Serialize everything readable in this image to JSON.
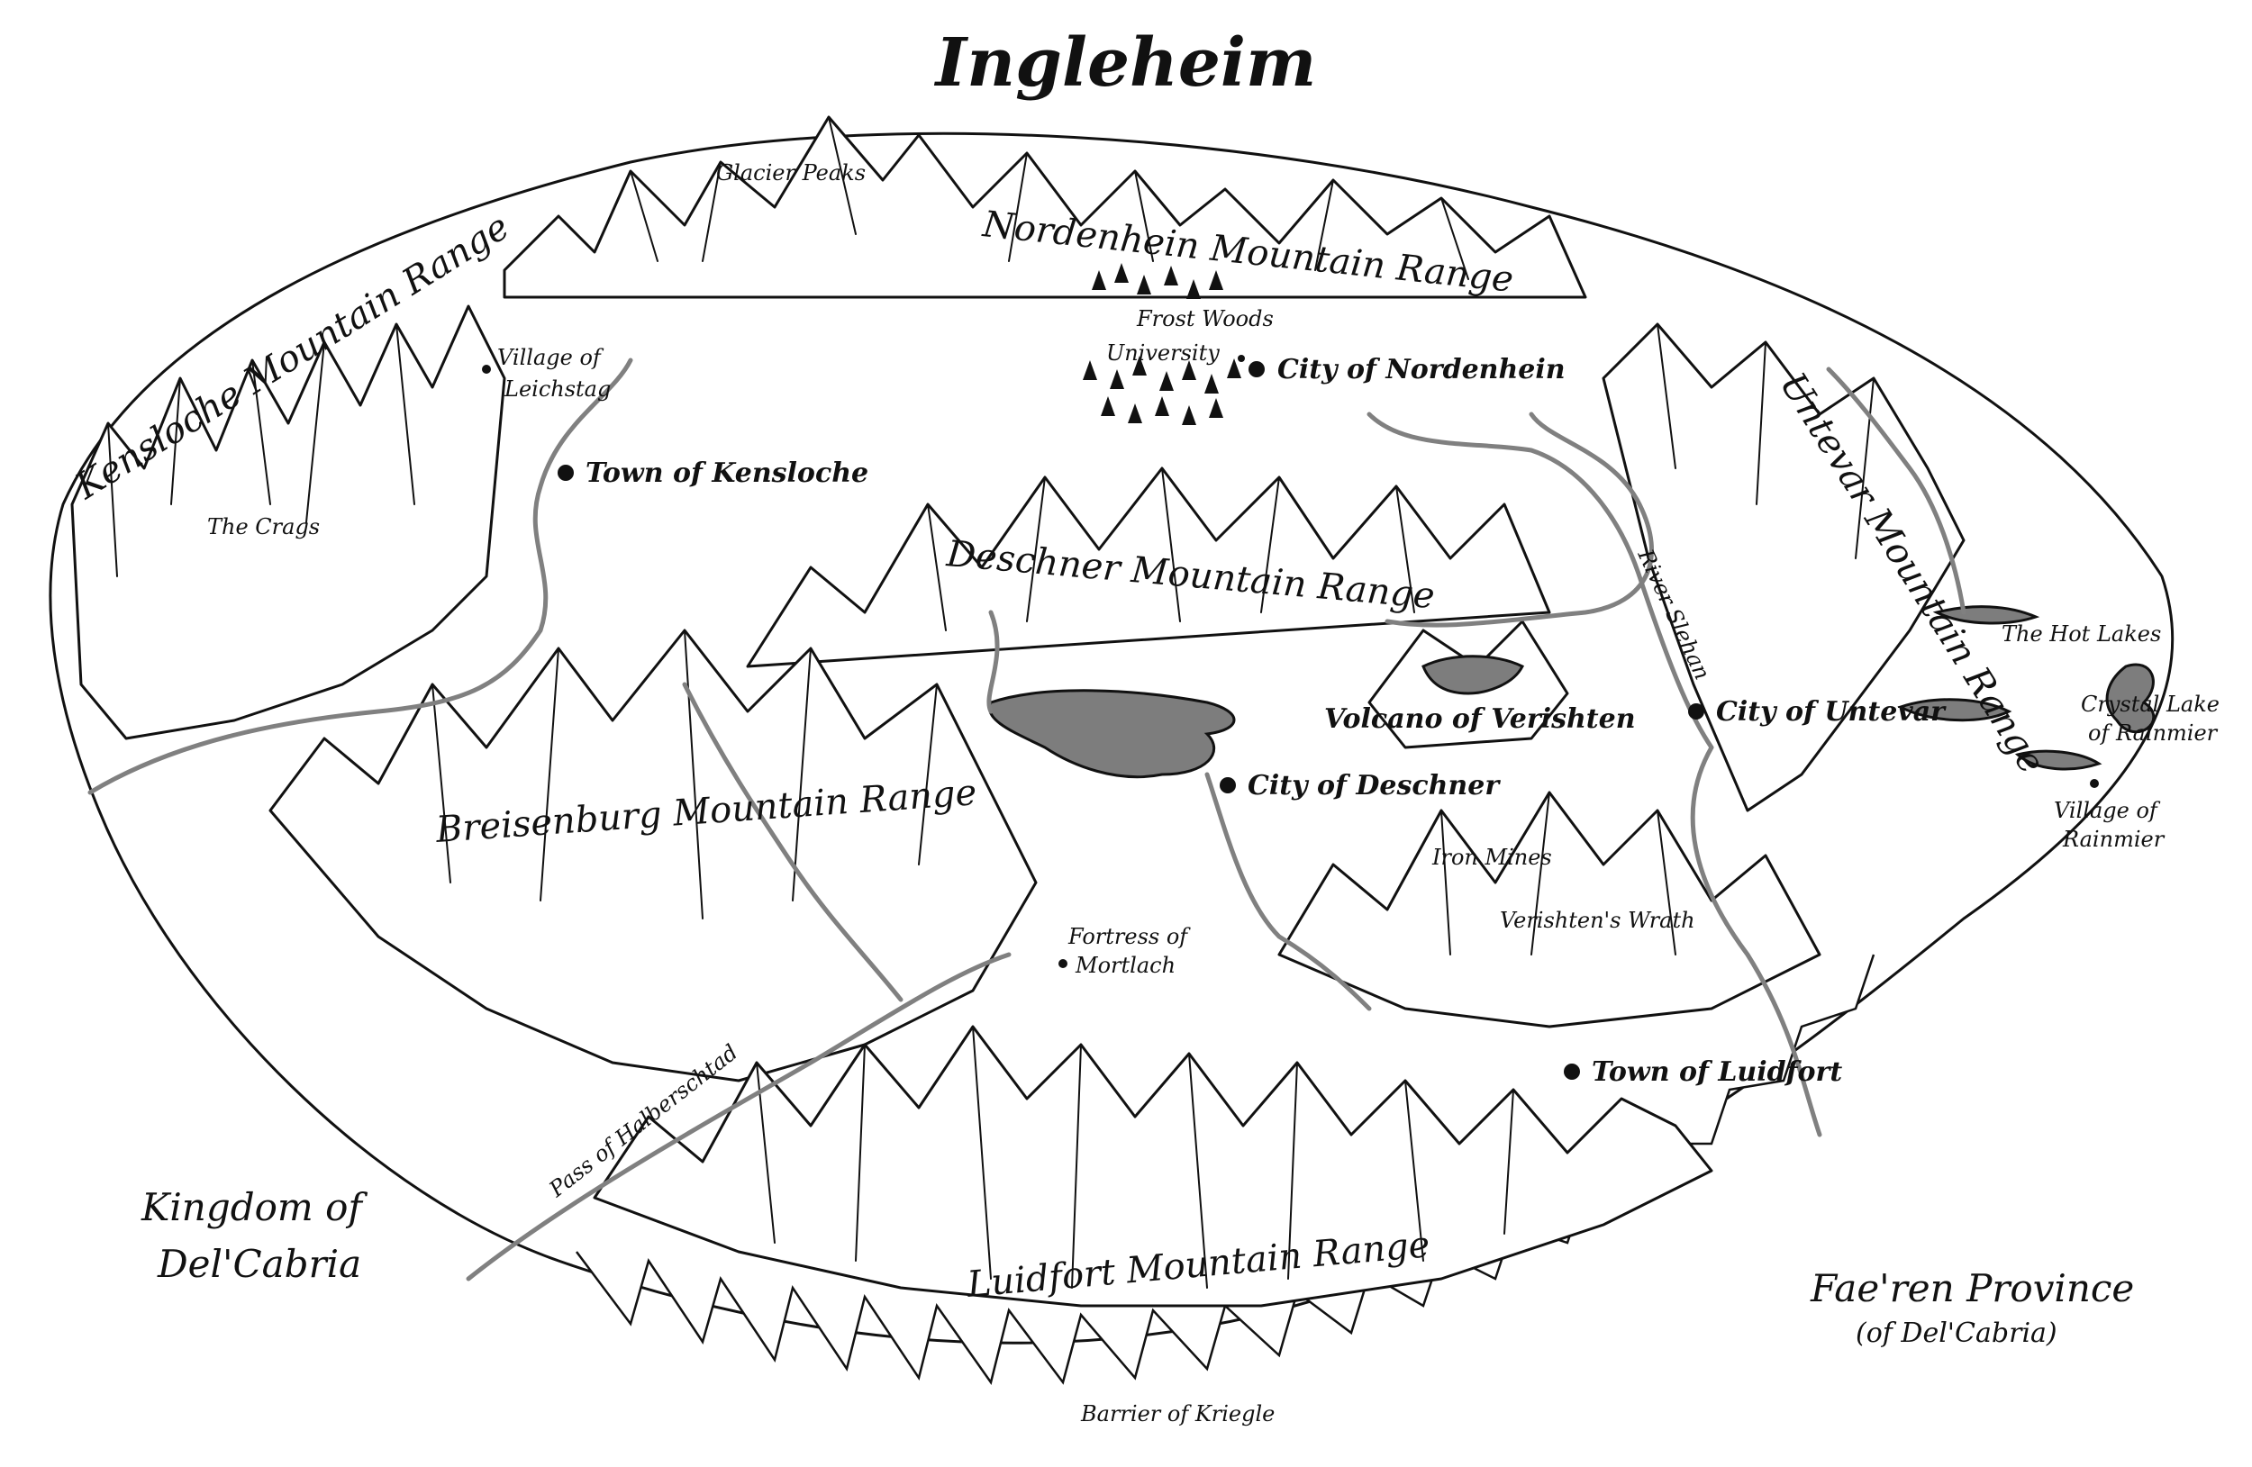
{
  "title": "Ingleheim",
  "colors": {
    "ink": "#111111",
    "river": "#808080",
    "lake": "#7d7d7d",
    "paper": "#ffffff"
  },
  "ranges": {
    "nordenhein": "Nordenhein Mountain Range",
    "kensloche": "Kensloche Mountain Range",
    "deschner": "Deschner Mountain Range",
    "untevar": "Untevar Mountain Range",
    "breisenburg": "Breisenburg Mountain Range",
    "luidfort": "Luidfort Mountain Range"
  },
  "cities": {
    "nordenhein": "City of Nordenhein",
    "kensloche": "Town of Kensloche",
    "untevar": "City of Untevar",
    "deschner": "City of Deschner",
    "luidfort": "Town of Luidfort"
  },
  "places": {
    "glacier_peaks": "Glacier Peaks",
    "frost_woods": "Frost Woods",
    "university": "University",
    "village_leichstag_1": "Village of",
    "village_leichstag_2": "Leichstag",
    "the_crags": "The Crags",
    "river_slehan": "River Slehan",
    "hot_lakes": "The Hot Lakes",
    "crystal_lake_1": "Crystal Lake",
    "crystal_lake_2": "of Rainmier",
    "village_rainmier_1": "Village of",
    "village_rainmier_2": "Rainmier",
    "volcano": "Volcano of Verishten",
    "iron_mines": "Iron Mines",
    "verishtens_wrath": "Verishten's Wrath",
    "fortress_1": "Fortress of",
    "fortress_2": "Mortlach",
    "pass": "Pass of Halberschtad",
    "barrier": "Barrier of Kriegle"
  },
  "regions": {
    "delcabria_1": "Kingdom of",
    "delcabria_2": "Del'Cabria",
    "faeren_1": "Fae'ren Province",
    "faeren_2": "(of Del'Cabria)"
  }
}
